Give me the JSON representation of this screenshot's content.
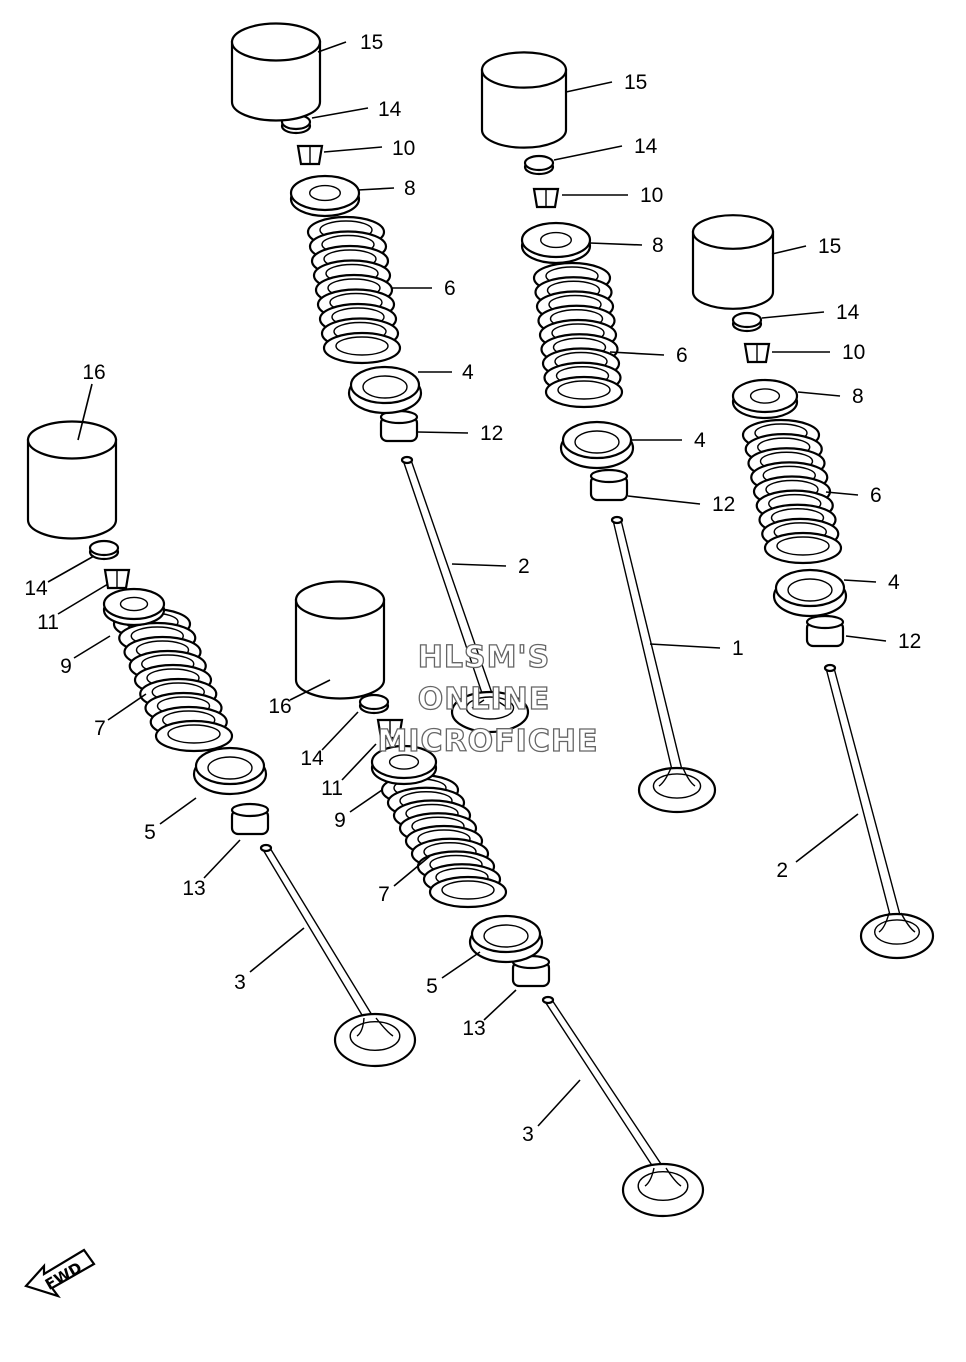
{
  "watermark": {
    "line1": "HLSM'S",
    "line2": "ONLINE",
    "line3": "MICROFICHE"
  },
  "direction_arrow": {
    "label": "FWD",
    "icon": "fwd-arrow-icon"
  },
  "callouts": {
    "a15": "15",
    "a14": "14",
    "a10": "10",
    "a8": "8",
    "a6": "6",
    "a4": "4",
    "a12": "12",
    "a2": "2",
    "b15": "15",
    "b14": "14",
    "b10": "10",
    "b8": "8",
    "b6": "6",
    "b4": "4",
    "b12": "12",
    "b1": "1",
    "c15": "15",
    "c14": "14",
    "c10": "10",
    "c8": "8",
    "c6": "6",
    "c4": "4",
    "c12": "12",
    "c2": "2",
    "d16": "16",
    "d14": "14",
    "d11": "11",
    "d9": "9",
    "d7": "7",
    "d5": "5",
    "d13": "13",
    "d3": "3",
    "e16": "16",
    "e14": "14",
    "e11": "11",
    "e9": "9",
    "e7": "7",
    "e5": "5",
    "e13": "13",
    "e3": "3"
  }
}
